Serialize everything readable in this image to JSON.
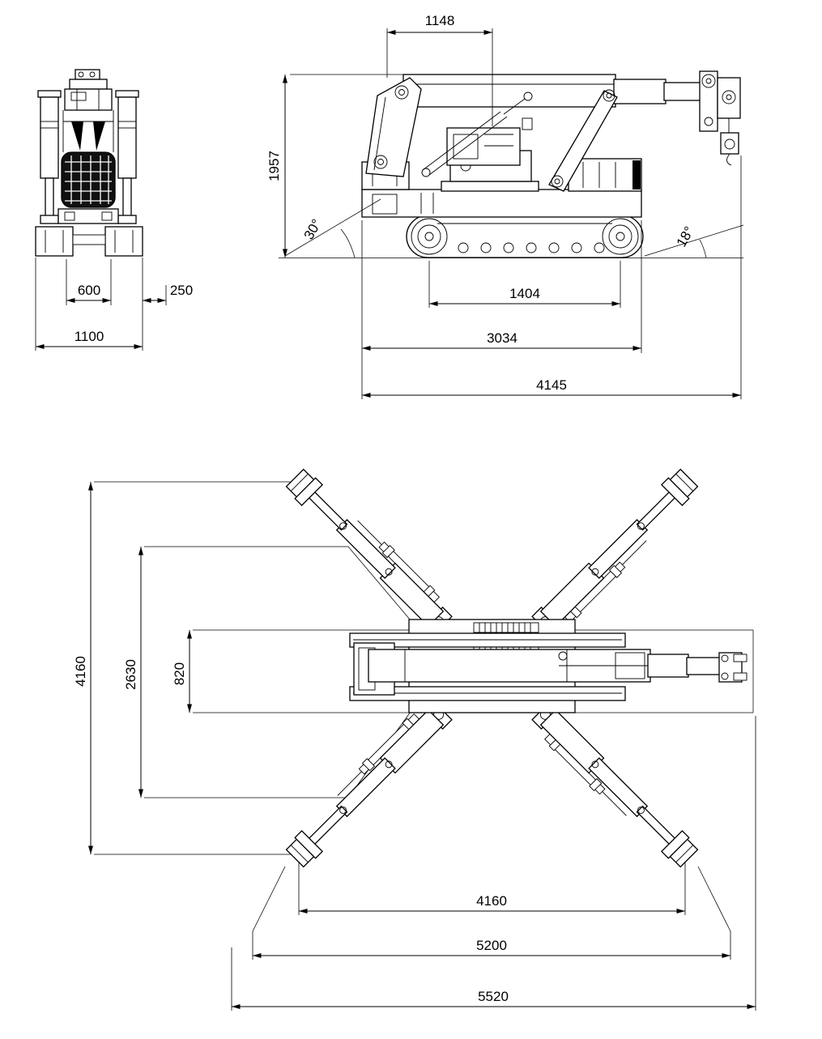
{
  "front_view": {
    "dim_track_width": "600",
    "dim_side_offset": "250",
    "dim_overall_width": "1100"
  },
  "side_view": {
    "dim_boom_pivot": "1148",
    "dim_overall_height": "1957",
    "angle_front": "30°",
    "angle_rear": "18°",
    "dim_track_length": "1404",
    "dim_chassis_length": "3034",
    "dim_overall_length": "4145"
  },
  "plan_view": {
    "dim_outrigger_span_front": "4160",
    "dim_support_span": "2630",
    "dim_body_width": "820",
    "dim_outrigger_span_bottom": "4160",
    "dim_pad_span": "5200",
    "dim_overall_span": "5520"
  }
}
